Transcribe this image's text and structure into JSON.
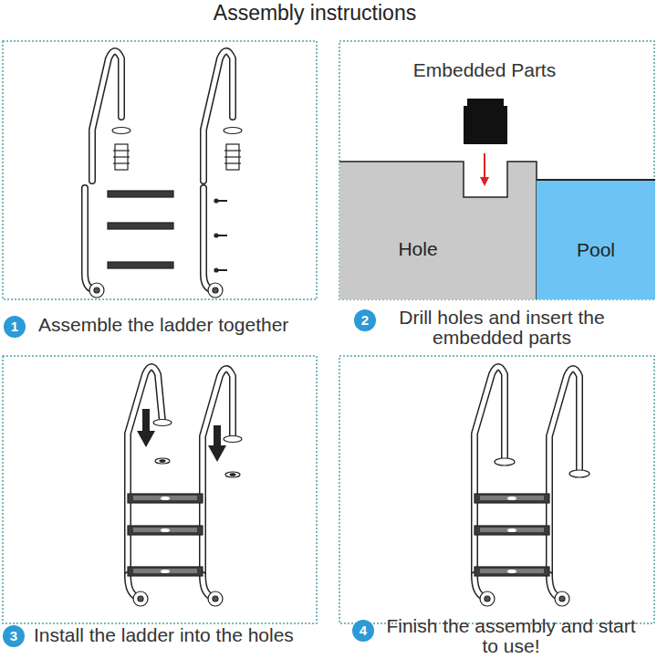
{
  "diagram": {
    "title": "Assembly instructions",
    "nodes": [
      {
        "text": [
          "Hole"
        ]
      },
      {
        "text": [
          "Pool"
        ]
      },
      {
        "text": [
          "1"
        ]
      },
      {
        "text": [
          "2"
        ]
      },
      {
        "text": [
          "3"
        ]
      },
      {
        "text": [
          "4"
        ]
      }
    ],
    "labels": [
      "Embedded Parts",
      "Assemble the ladder together",
      "Drill holes and insert the embedded parts",
      "Install the ladder into the holes",
      "Finish the assembly and start to use!"
    ]
  }
}
